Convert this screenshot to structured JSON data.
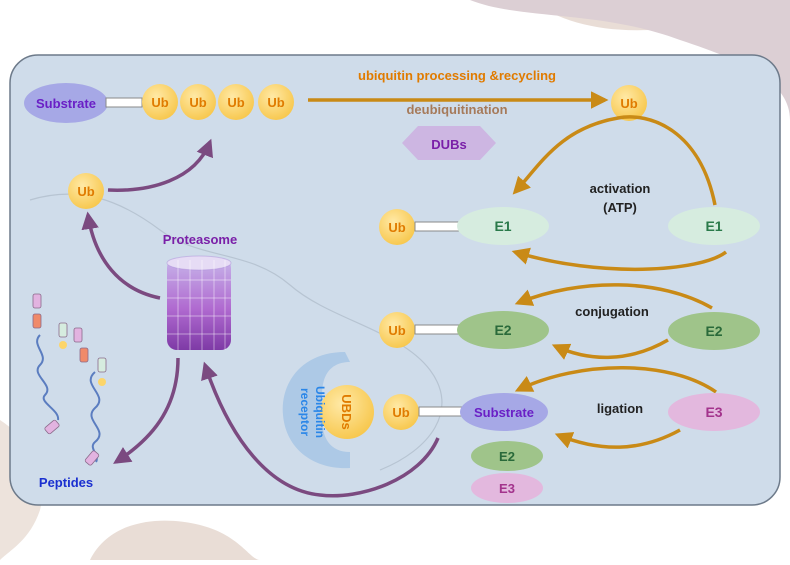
{
  "labels": {
    "ubiquitin_processing": "ubiquitin processing &recycling",
    "deubiquitination": "deubiquitination",
    "dubs": "DUBs",
    "activation": "activation",
    "atp": "(ATP)",
    "conjugation": "conjugation",
    "ligation": "ligation",
    "proteasome": "Proteasome",
    "peptides": "Peptides",
    "ubds": "UBDs",
    "ubiquitin_receptor_line1": "Ubiquitin",
    "ubiquitin_receptor_line2": "receptor"
  },
  "nodes": {
    "substrate_top": "Substrate",
    "ub": "Ub",
    "e1": "E1",
    "e2": "E2",
    "e3": "E3",
    "substrate": "Substrate"
  },
  "colors": {
    "panel": "#cfdcea",
    "panel_border": "#6d7a8a",
    "blob": "#e9ddd6",
    "ub_fill": "#fcd56a",
    "ub_text": "#e07b00",
    "arrow_gold": "#c98a16",
    "arrow_purple": "#7b4a80",
    "e1_fill": "#d6ecdf",
    "e2_fill": "#9fc48a",
    "e3_fill": "#e3b8de",
    "substrate_fill": "#a6a8e6",
    "substrate_text": "#6a1fc6",
    "dubs_fill": "#cdb6e2",
    "dubs_text": "#7a1fa8"
  }
}
